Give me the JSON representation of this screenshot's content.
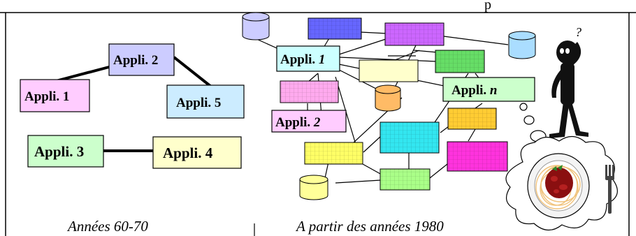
{
  "top_text": "p",
  "left_panel": {
    "caption": "Années 60-70",
    "apps": {
      "app1": "Appli. 1",
      "app2": "Appli. 2",
      "app3": "Appli. 3",
      "app4": "Appli. 4",
      "app5": "Appli. 5"
    }
  },
  "right_panel": {
    "caption": "A partir des années 1980",
    "apps": {
      "app1_prefix": "Appli. ",
      "app1_num": "1",
      "app2_prefix": "Appli. ",
      "app2_num": "2",
      "appn_prefix": "Appli. ",
      "appn_num": "n"
    }
  },
  "figure": {
    "question_mark": "?"
  },
  "colors": {
    "pink": "#ffccff",
    "lavender": "#ccccff",
    "light_blue": "#ccecff",
    "light_green": "#ccffcc",
    "light_yellow": "#ffffcc",
    "mint": "#ccffff",
    "blue_grid": "#6666ff",
    "purple_grid": "#cc66ff",
    "green_grid": "#66dd66",
    "cyan_grid": "#33e6f0",
    "gold_grid": "#ffcc33",
    "magenta_grid": "#ff33dd",
    "lemon_grid": "#ffff66",
    "pale_green_grid": "#aaff88",
    "pale_pink_grid": "#ffaaee",
    "cylinder_lavender": "#ccccff",
    "cylinder_blue": "#aaddff",
    "cylinder_orange": "#ffbb66",
    "cylinder_yellow": "#ffff99",
    "spaghetti": "#f0c27a",
    "sauce": "#8a0f10"
  }
}
